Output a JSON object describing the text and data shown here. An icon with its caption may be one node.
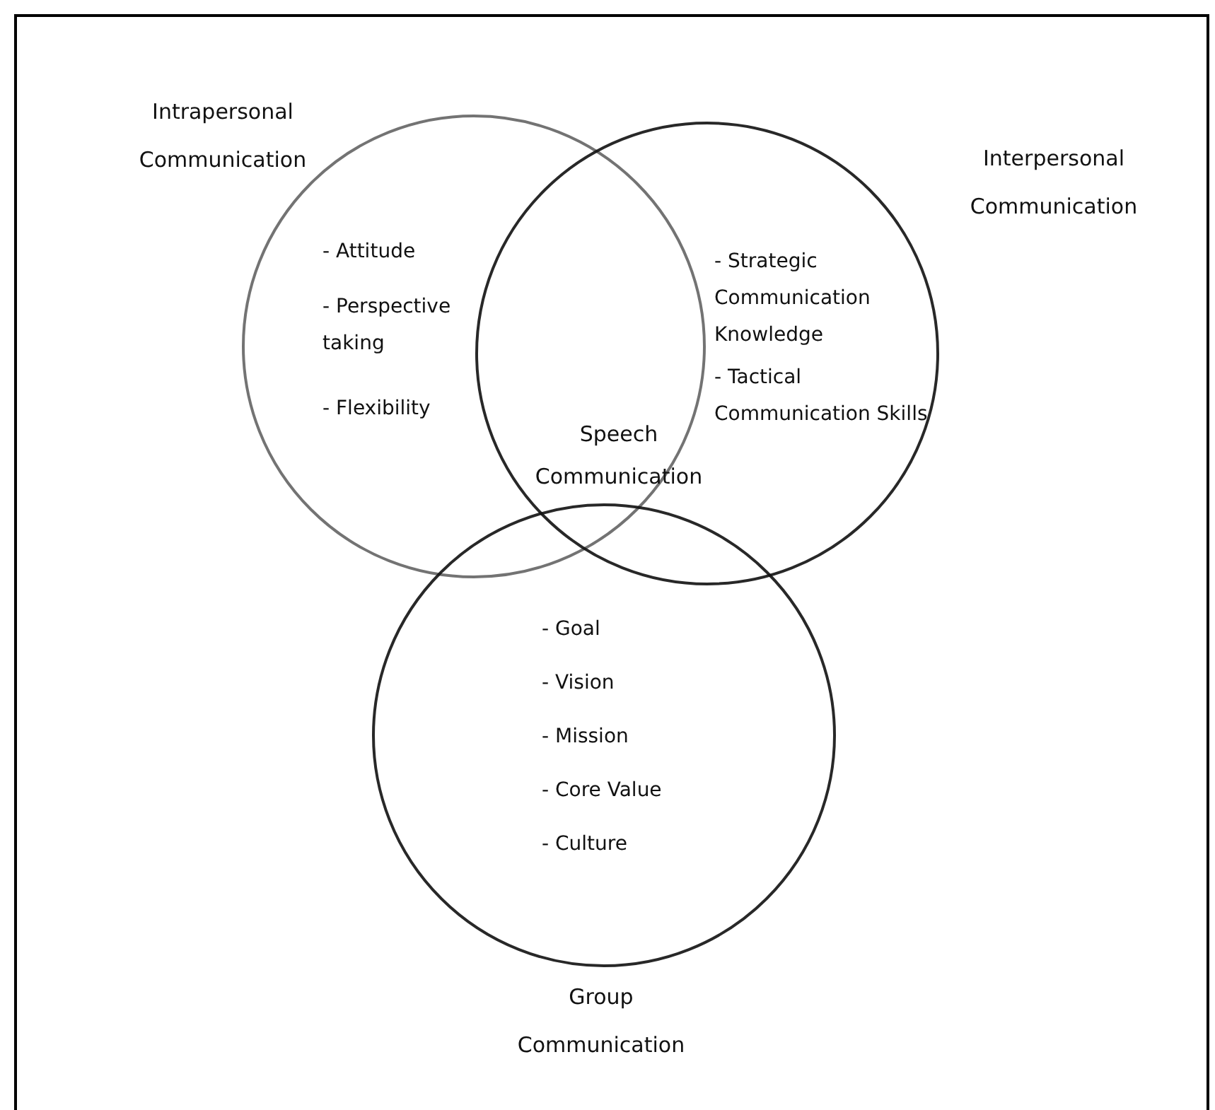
{
  "diagram": {
    "nodes": [
      {
        "text": [
          "Intrapersonal Communication",
          "- Attitude",
          "- Perspective taking",
          "- Flexibility"
        ]
      },
      {
        "text": [
          "Interpersonal Communication",
          "- Strategic Communication Knowledge",
          "- Tactical Communication Skills"
        ]
      },
      {
        "text": [
          "Group Communication",
          "- Goal",
          "- Vision",
          "- Mission",
          "- Core Value",
          "- Culture"
        ]
      }
    ],
    "edges": [],
    "labels": [
      "Speech Communication"
    ]
  }
}
